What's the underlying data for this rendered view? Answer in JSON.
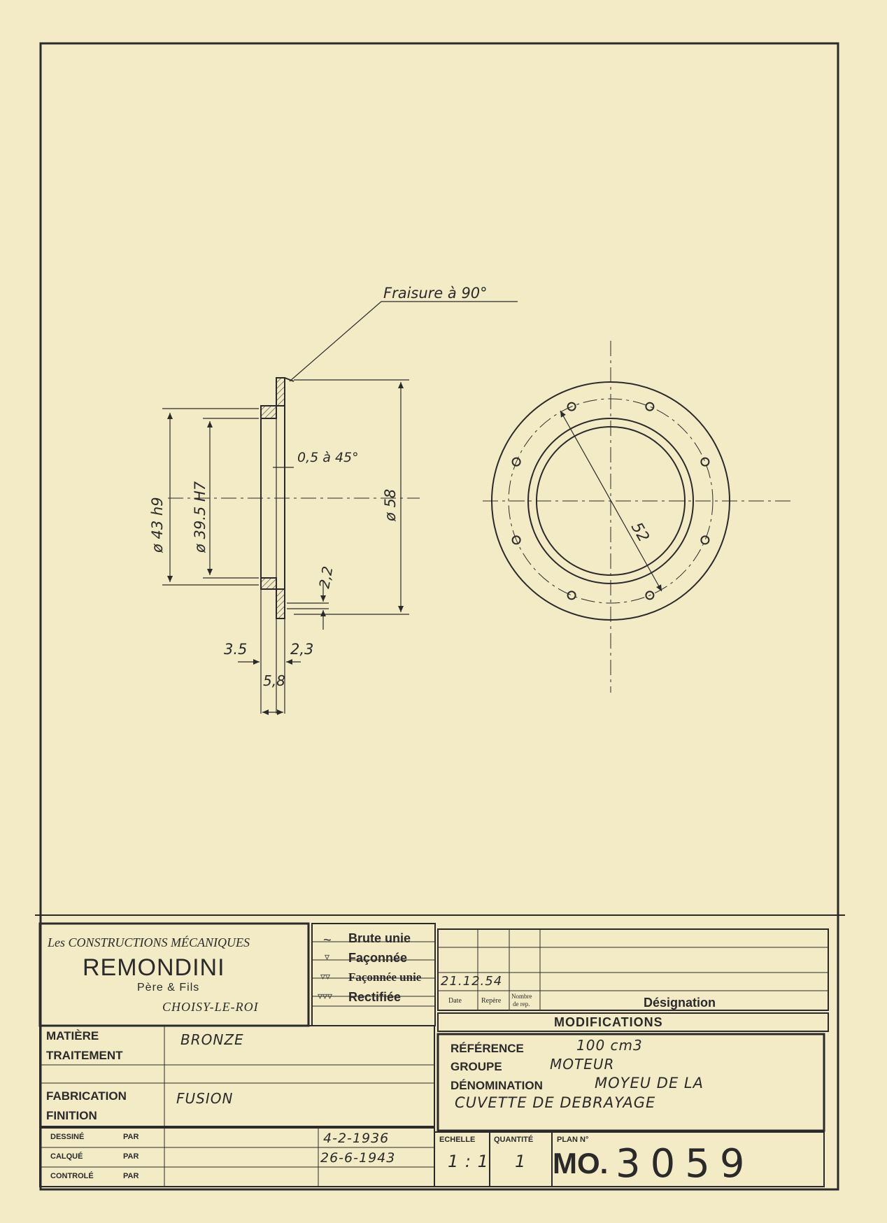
{
  "drawing": {
    "leader_note": "Fraisure à 90°",
    "chamfer_note": "0,5 à 45°",
    "dim_d43": "ø 43 h9",
    "dim_d39": "ø 39.5 H7",
    "dim_d58": "ø 58",
    "dim_22": "2,2",
    "dim_35": "3.5",
    "dim_23": "2,3",
    "dim_58w": "5,8",
    "dim_52": "52"
  },
  "title_block": {
    "company_line1": "Les CONSTRUCTIONS MÉCANIQUES",
    "company_name": "REMONDINI",
    "company_sub": "Père & Fils",
    "company_city": "CHOISY-LE-ROI",
    "finishes": [
      {
        "symbol": "~",
        "label": "Brute unie"
      },
      {
        "symbol": "▿",
        "label": "Façonnée"
      },
      {
        "symbol": "▿▿",
        "label": "Façonnée unie"
      },
      {
        "symbol": "▿▿▿",
        "label": "Rectifiée"
      }
    ],
    "mod_date_value": "21.12.54",
    "mod_col_date": "Date",
    "mod_col_repere": "Repère",
    "mod_col_nombre_1": "Nombre",
    "mod_col_nombre_2": "de rep.",
    "mod_col_designation": "Désignation",
    "modifications_label": "MODIFICATIONS",
    "matiere_label": "MATIÈRE",
    "matiere_value": "BRONZE",
    "traitement_label": "TRAITEMENT",
    "fabrication_label": "FABRICATION",
    "fabrication_value": "FUSION",
    "finition_label": "FINITION",
    "reference_label": "RÉFÉRENCE",
    "reference_value": "100 cm3",
    "groupe_label": "GROUPE",
    "groupe_value": "MOTEUR",
    "denomination_label": "DÉNOMINATION",
    "denomination_value_1": "MOYEU DE LA",
    "denomination_value_2": "CUVETTE DE DEBRAYAGE",
    "dessine_label": "DESSINÉ",
    "calque_label": "CALQUÉ",
    "controle_label": "CONTROLÉ",
    "par_label": "PAR",
    "date_1": "4-2-1936",
    "date_2": "26-6-1943",
    "echelle_label": "ECHELLE",
    "echelle_value": "1 : 1",
    "quantite_label": "QUANTITÉ",
    "quantite_value": "1",
    "plan_label": "PLAN N°",
    "plan_prefix": "MO.",
    "plan_number": "3059"
  },
  "colors": {
    "paper": "#f3ebc6",
    "ink": "#2a2a2a"
  }
}
